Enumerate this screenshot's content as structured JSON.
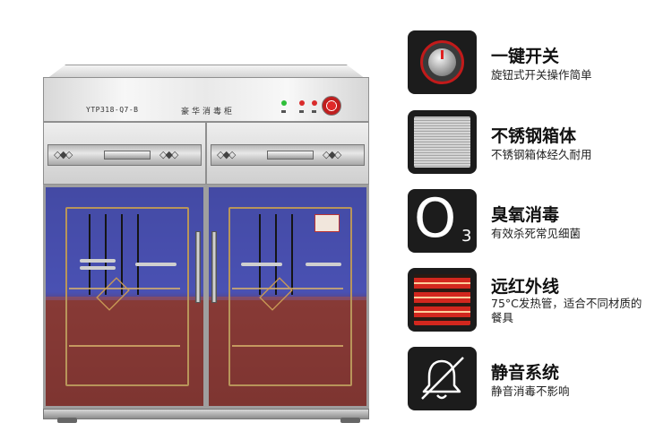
{
  "cabinet": {
    "model_label": "YTP318-Q7-B",
    "brand_label": "豪华消毒柜"
  },
  "features": [
    {
      "icon": "rotary-knob-icon",
      "title": "一键开关",
      "desc": "旋钮式开关操作简单"
    },
    {
      "icon": "stainless-steel-icon",
      "title": "不锈钢箱体",
      "desc": "不锈钢箱体经久耐用"
    },
    {
      "icon": "ozone-o3-icon",
      "icon_text": "O",
      "icon_sub": "3",
      "title": "臭氧消毒",
      "desc": "有效杀死常见细菌"
    },
    {
      "icon": "infrared-heater-icon",
      "title": "远红外线",
      "desc": "75°C发热管，适合不同材质的餐具"
    },
    {
      "icon": "muted-bell-icon",
      "title": "静音系统",
      "desc": "静音消毒不影响"
    }
  ],
  "colors": {
    "icon_bg": "#1c1c1c",
    "knob_ring": "#c21a1a",
    "infrared_red": "#d2271e",
    "upper_glass": "#3a3f99",
    "lower_glass": "#5e1f24"
  }
}
